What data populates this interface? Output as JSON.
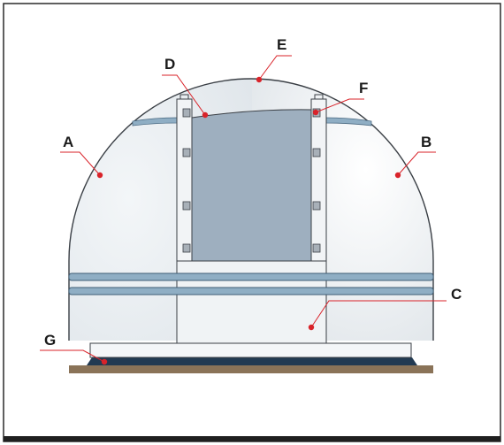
{
  "labels": {
    "a": "A",
    "b": "B",
    "c": "C",
    "d": "D",
    "e": "E",
    "f": "F",
    "g": "G"
  },
  "colors": {
    "frame": "#2a2a2a",
    "dome_fill": "#eef1f3",
    "dome_stroke": "#3a3f45",
    "shutter": "#9eafbf",
    "band": "#8faec4",
    "base_ring": "#223a52",
    "ground": "#8a7358",
    "callout": "#d9232a"
  },
  "icons": {
    "latch": "square-latch-icon"
  }
}
